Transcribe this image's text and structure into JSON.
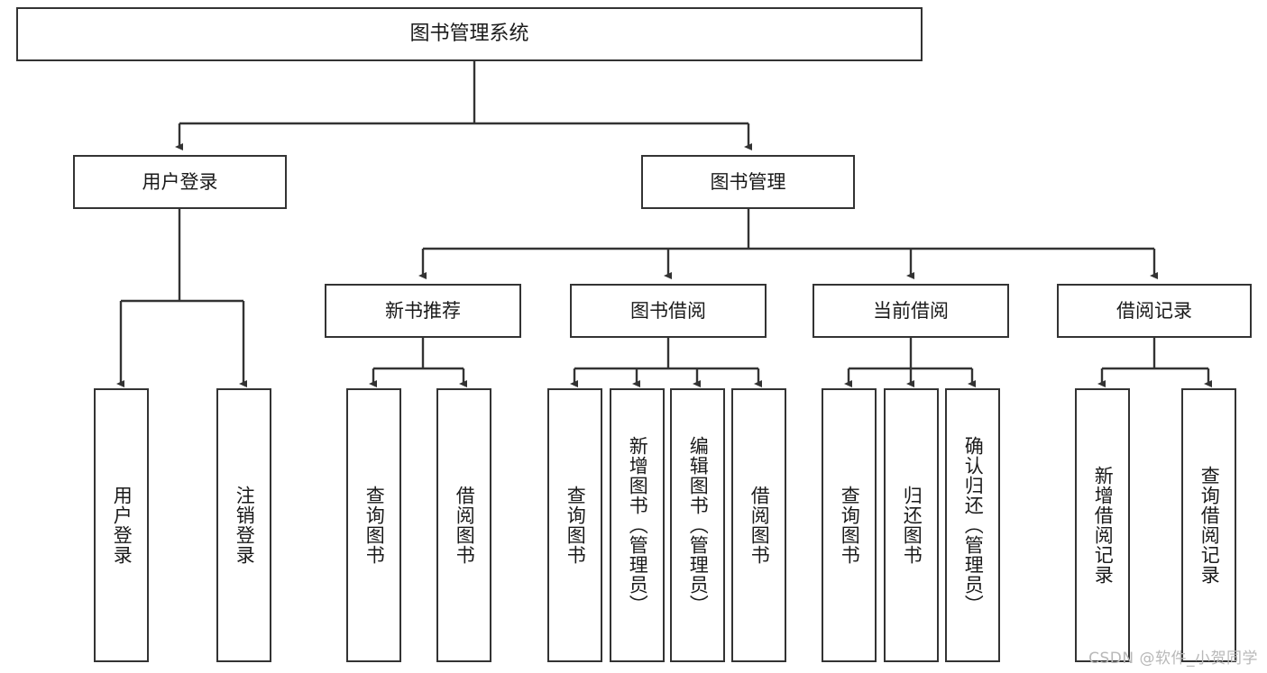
{
  "diagram": {
    "title": "图书管理系统",
    "type": "tree-hierarchy",
    "watermark": "CSDN @软件_小贺同学",
    "colors": {
      "stroke": "#333333",
      "fill": "#ffffff",
      "text": "#1a1a1a",
      "watermark": "#b8b8b8"
    },
    "nodes": {
      "root": {
        "label": "图书管理系统"
      },
      "level2": [
        {
          "id": "user-login",
          "label": "用户登录"
        },
        {
          "id": "book-manage",
          "label": "图书管理"
        }
      ],
      "level3": [
        {
          "id": "new-book-recommend",
          "label": "新书推荐"
        },
        {
          "id": "book-borrow",
          "label": "图书借阅"
        },
        {
          "id": "current-borrow",
          "label": "当前借阅"
        },
        {
          "id": "borrow-record",
          "label": "借阅记录"
        }
      ],
      "leaves": {
        "user-login": [
          {
            "id": "leaf-user-login",
            "label": "用户登录"
          },
          {
            "id": "leaf-user-logout",
            "label": "注销登录"
          }
        ],
        "new-book-recommend": [
          {
            "id": "leaf-query-book-1",
            "label": "查询图书"
          },
          {
            "id": "leaf-borrow-book-1",
            "label": "借阅图书"
          }
        ],
        "book-borrow": [
          {
            "id": "leaf-query-book-2",
            "label": "查询图书"
          },
          {
            "id": "leaf-add-book",
            "label": "新增图书（管理员）"
          },
          {
            "id": "leaf-edit-book",
            "label": "编辑图书（管理员）"
          },
          {
            "id": "leaf-borrow-book-2",
            "label": "借阅图书"
          }
        ],
        "current-borrow": [
          {
            "id": "leaf-query-book-3",
            "label": "查询图书"
          },
          {
            "id": "leaf-return-book",
            "label": "归还图书"
          },
          {
            "id": "leaf-confirm-return",
            "label": "确认归还（管理员）"
          }
        ],
        "borrow-record": [
          {
            "id": "leaf-add-record",
            "label": "新增借阅记录"
          },
          {
            "id": "leaf-query-record",
            "label": "查询借阅记录"
          }
        ]
      }
    }
  }
}
